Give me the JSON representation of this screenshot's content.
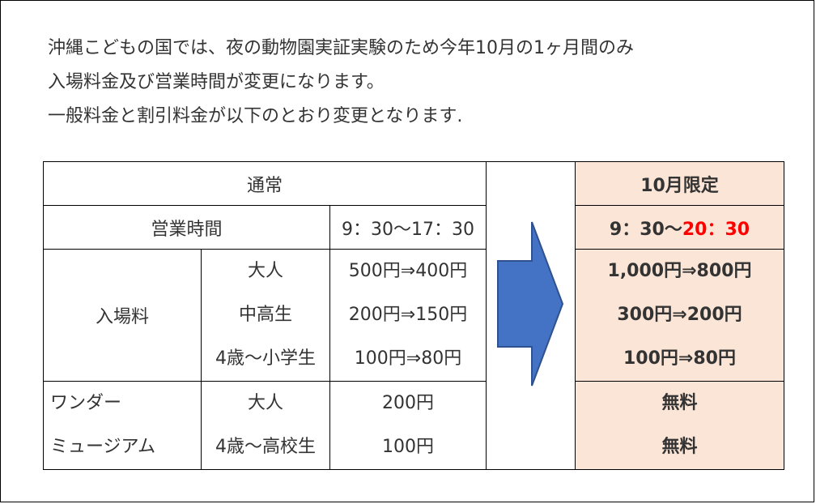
{
  "intro": {
    "line1": "沖縄こどもの国では、夜の動物園実証実験のため今年10月の1ヶ月間のみ",
    "line2": "入場料金及び営業時間が変更になります。",
    "line3": "一般料金と割引料金が以下のとおり変更となります."
  },
  "table": {
    "normal_header": "通常",
    "limited_header": "10月限定",
    "hours_label": "営業時間",
    "hours_normal": "9：30～17：30",
    "hours_limited_start": "9：30～",
    "hours_limited_end": "20：30",
    "admission_label": "入場料",
    "admission_rows": [
      {
        "category": "大人",
        "normal": "500円⇒400円",
        "limited": "1,000円⇒800円"
      },
      {
        "category": "中高生",
        "normal": "200円⇒150円",
        "limited": "300円⇒200円"
      },
      {
        "category": "4歳～小学生",
        "normal": "100円⇒80円",
        "limited": "100円⇒80円"
      }
    ],
    "museum_label_line1": "ワンダー",
    "museum_label_line2": "ミュージアム",
    "museum_rows": [
      {
        "category": "大人",
        "normal": "200円",
        "limited": "無料"
      },
      {
        "category": "4歳～高校生",
        "normal": "100円",
        "limited": "無料"
      }
    ]
  },
  "colors": {
    "highlight_bg": "#fbe5d6",
    "arrow_fill": "#4472c4",
    "accent_red": "#ff0000"
  },
  "icons": {
    "arrow": "right-arrow-icon"
  }
}
